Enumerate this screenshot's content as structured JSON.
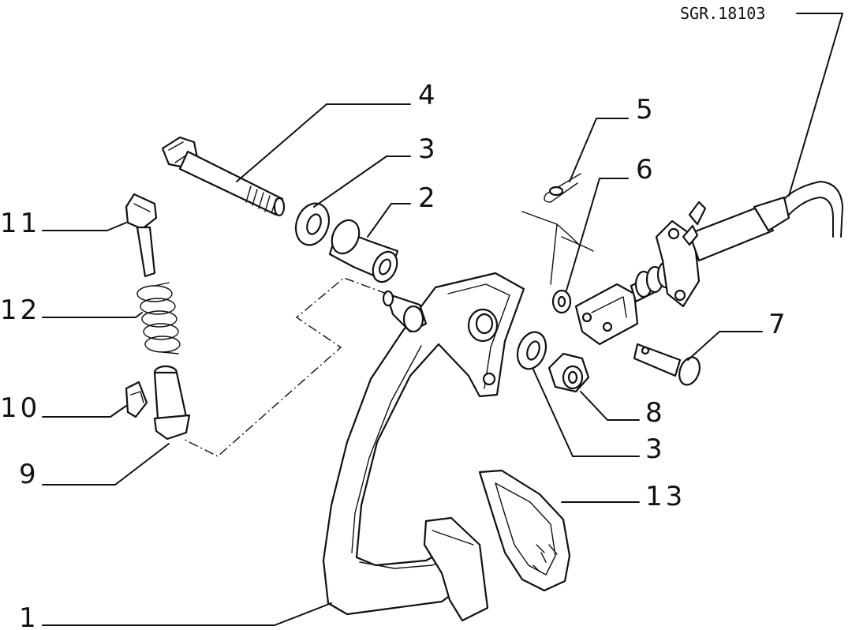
{
  "reference_code": "SGR.18103",
  "callouts": [
    {
      "id": "c1",
      "text": "1"
    },
    {
      "id": "c2",
      "text": "2"
    },
    {
      "id": "c3a",
      "text": "3"
    },
    {
      "id": "c3b",
      "text": "3"
    },
    {
      "id": "c4",
      "text": "4"
    },
    {
      "id": "c5",
      "text": "5"
    },
    {
      "id": "c6",
      "text": "6"
    },
    {
      "id": "c7",
      "text": "7"
    },
    {
      "id": "c8",
      "text": "8"
    },
    {
      "id": "c9",
      "text": "9"
    },
    {
      "id": "c10",
      "text": "10"
    },
    {
      "id": "c11",
      "text": "11"
    },
    {
      "id": "c12",
      "text": "12"
    },
    {
      "id": "c13",
      "text": "13"
    }
  ]
}
